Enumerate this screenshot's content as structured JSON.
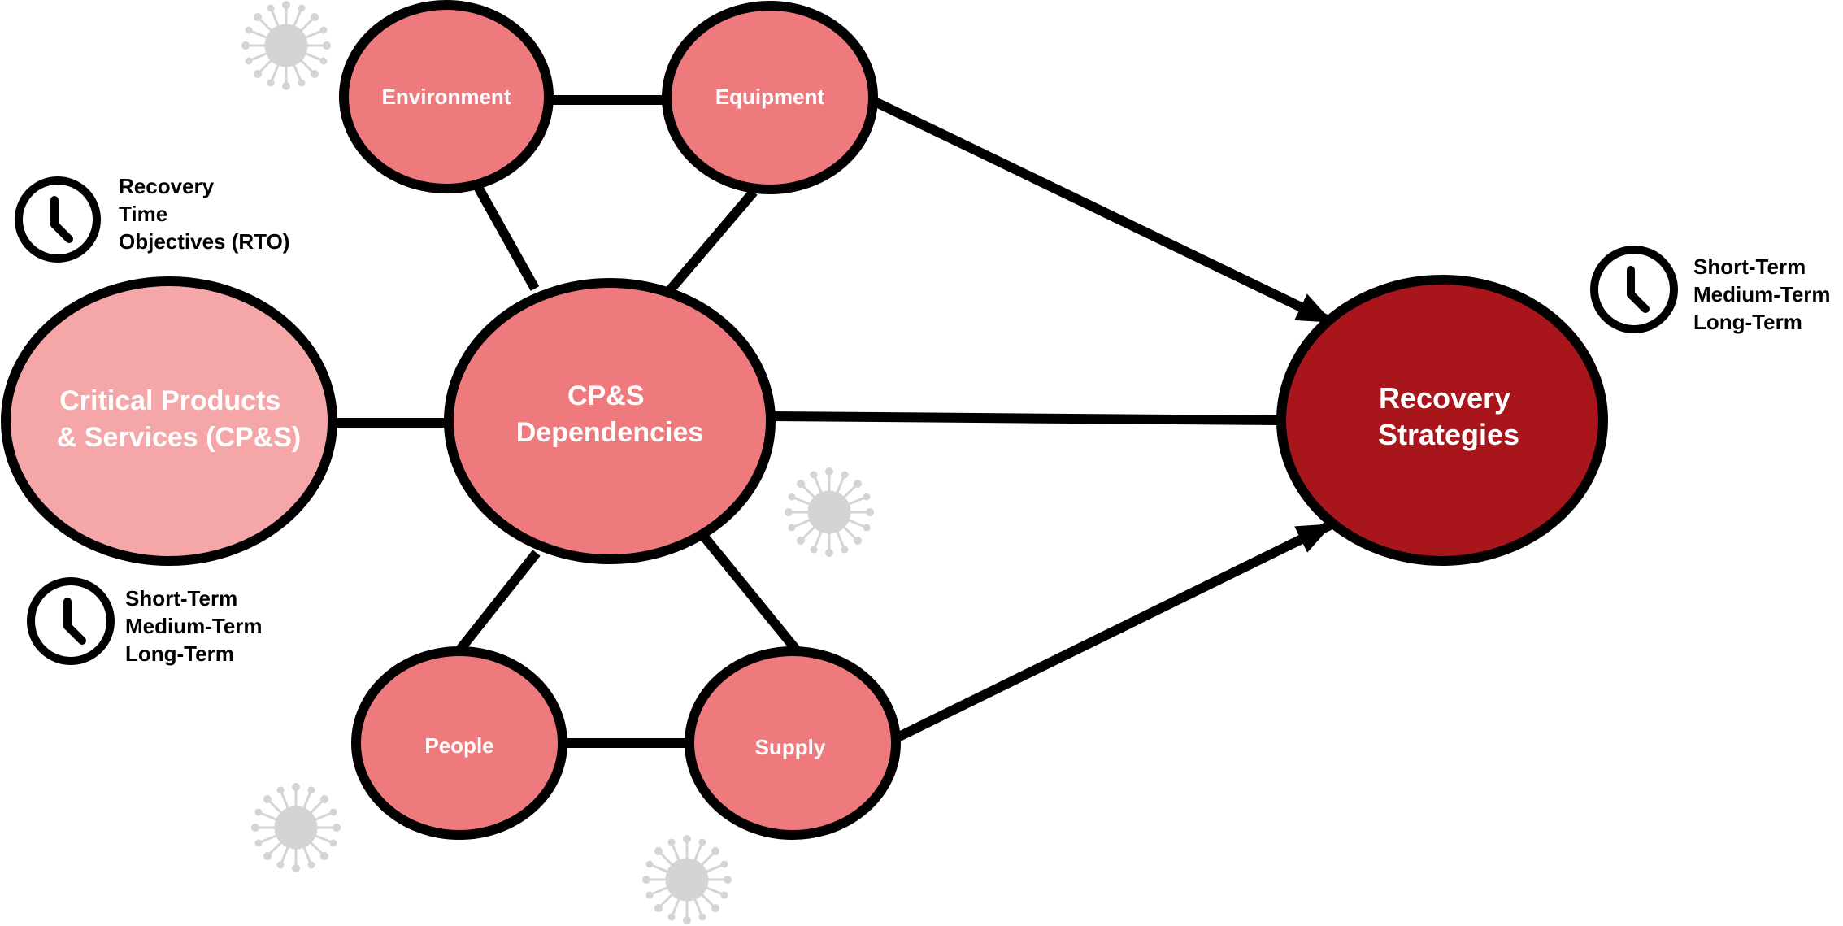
{
  "colors": {
    "node_fill": "#ee7a7e",
    "cps_fill": "#f4a6a8",
    "recovery_fill": "#a8151b",
    "stroke": "#000000",
    "virus": "#d4d4d4"
  },
  "nodes": {
    "cps": {
      "lines": [
        "Critical Products",
        "& Services (CP&S)"
      ]
    },
    "dependencies": {
      "lines": [
        "CP&S",
        "Dependencies"
      ]
    },
    "environment": {
      "label": "Environment"
    },
    "equipment": {
      "label": "Equipment"
    },
    "people": {
      "label": "People"
    },
    "supply": {
      "label": "Supply"
    },
    "recovery": {
      "lines": [
        "Recovery",
        "Strategies"
      ]
    }
  },
  "notes": {
    "rto": {
      "lines": [
        "Recovery",
        "Time",
        "Objectives (RTO)"
      ]
    },
    "cps_terms": {
      "lines": [
        "Short-Term",
        "Medium-Term",
        "Long-Term"
      ]
    },
    "recovery_terms": {
      "lines": [
        "Short-Term",
        "Medium-Term",
        "Long-Term"
      ]
    }
  },
  "icons": {
    "clock": "clock-icon",
    "virus": "virus-icon"
  }
}
